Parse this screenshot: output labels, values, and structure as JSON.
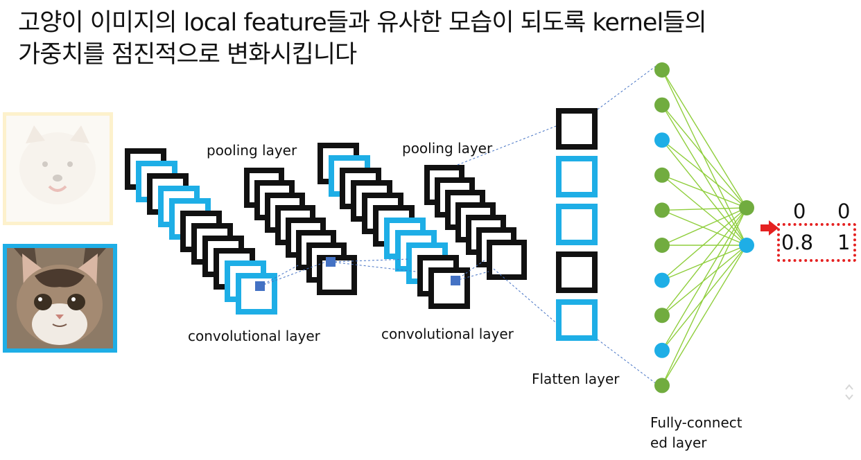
{
  "title": {
    "line1": "고양이 이미지의 local feature들과 유사한 모습이 되도록 kernel들의",
    "line2": "가중치를 점진적으로 변화시킵니다"
  },
  "images": [
    {
      "name": "dog",
      "highlighted": false,
      "border_color": "#fdefc4"
    },
    {
      "name": "cat",
      "highlighted": true,
      "border_color": "#1eaee6"
    }
  ],
  "labels": {
    "pooling1": "pooling layer",
    "pooling2": "pooling layer",
    "conv1": "convolutional layer",
    "conv2": "convolutional layer",
    "flatten": "Flatten layer",
    "fc_line1": "Fully-connect",
    "fc_line2": "ed layer"
  },
  "flatten_nodes": [
    "black",
    "blue",
    "blue",
    "black",
    "blue"
  ],
  "fc_nodes": [
    "green",
    "green",
    "blue",
    "green",
    "green",
    "green",
    "blue",
    "green",
    "blue",
    "green"
  ],
  "output_nodes": [
    "green",
    "blue"
  ],
  "output_values": {
    "row1": [
      "0",
      "0"
    ],
    "row2": [
      "0.8",
      "1"
    ]
  },
  "colors": {
    "black": "#111111",
    "blue": "#1eaee6",
    "green": "#71ac3f",
    "line_green": "#8fce3c",
    "dot_blue": "#4472c4",
    "highlight_red": "#e52121"
  }
}
